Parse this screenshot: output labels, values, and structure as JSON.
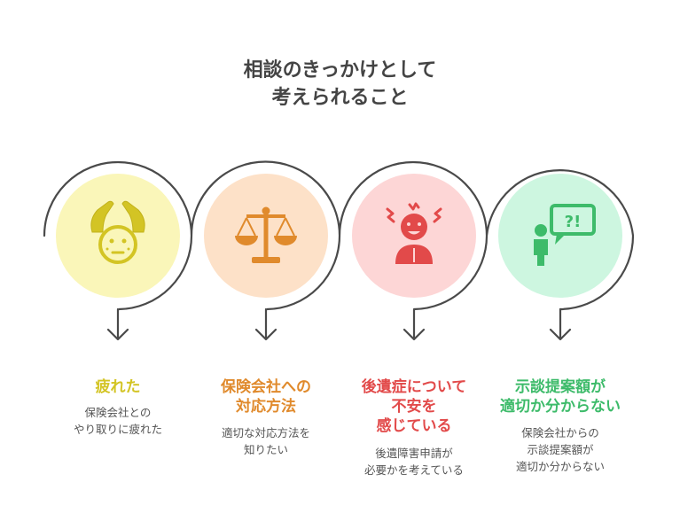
{
  "title": {
    "line1": "相談のきっかけとして",
    "line2": "考えられること"
  },
  "steps": [
    {
      "label": [
        "疲れた"
      ],
      "desc": [
        "保険会社との",
        "やり取りに疲れた"
      ],
      "icon": "tired-face-icon",
      "color": "#d3c424",
      "circle_color": "#faf6b9"
    },
    {
      "label": [
        "保険会社への",
        "対応方法"
      ],
      "desc": [
        "適切な対応方法を",
        "知りたい"
      ],
      "icon": "scales-icon",
      "color": "#e08a2c",
      "circle_color": "#fde1c8"
    },
    {
      "label": [
        "後遺症について",
        "不安を",
        "感じている"
      ],
      "desc": [
        "後遺障害申請が",
        "必要かを考えている"
      ],
      "icon": "anxious-person-icon",
      "color": "#e24a4a",
      "circle_color": "#fdd6d6"
    },
    {
      "label": [
        "示談提案額が",
        "適切か分からない"
      ],
      "desc": [
        "保険会社からの",
        "示談提案額が",
        "適切か分からない"
      ],
      "icon": "question-bubble-icon",
      "color": "#3dbb6a",
      "circle_color": "#cdf6e0"
    }
  ]
}
